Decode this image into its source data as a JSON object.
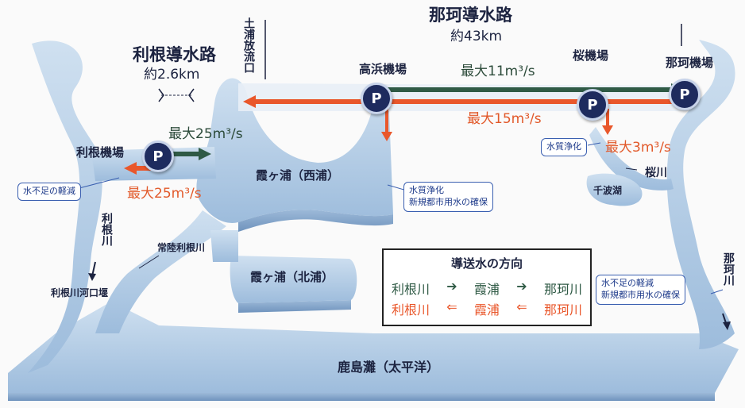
{
  "canal_naka": {
    "title": "那珂導水路",
    "length": "約43km"
  },
  "canal_tone": {
    "title": "利根導水路",
    "length": "約2.6km"
  },
  "canal_mouth": "土浦放流口",
  "plants": {
    "tone": "利根機場",
    "takahama": "高浜機場",
    "sakura": "桜機場",
    "naka": "那珂機場"
  },
  "pump_label": "P",
  "flows": {
    "tone_to_lake": "最大25m³/s",
    "lake_to_tone": "最大25m³/s",
    "lake_to_naka": "最大11m³/s",
    "naka_to_lake": "最大15m³/s",
    "sakura_out": "最大3m³/s"
  },
  "water_bodies": {
    "nishiura": "霞ヶ浦（西浦）",
    "kitaura": "霞ヶ浦（北浦）",
    "sea": "鹿島灘（太平洋）",
    "sakura_river": "桜川",
    "senba_lake": "千波湖",
    "hitachi_tone": "常陸利根川",
    "tone_river": "利根川",
    "naka_river": "那珂川",
    "tone_mouth": "利根川河口堰"
  },
  "notes": {
    "tone_left": "水不足の軽減",
    "sakura": "水質浄化",
    "lake_center": [
      "水質浄化",
      "新規都市用水の確保"
    ],
    "naka_right": [
      "水不足の軽減",
      "新規都市用水の確保"
    ]
  },
  "legend": {
    "title": "導送水の方向",
    "row1": [
      "利根川",
      "霞浦",
      "那珂川"
    ],
    "row2": [
      "利根川",
      "霞浦",
      "那珂川"
    ],
    "arrow_right": "➔",
    "arrow_left": "⇐"
  },
  "colors": {
    "green": "#2f5a45",
    "red": "#e9572b",
    "water": "#b6cfe6",
    "edge": "#8fb0d4"
  }
}
